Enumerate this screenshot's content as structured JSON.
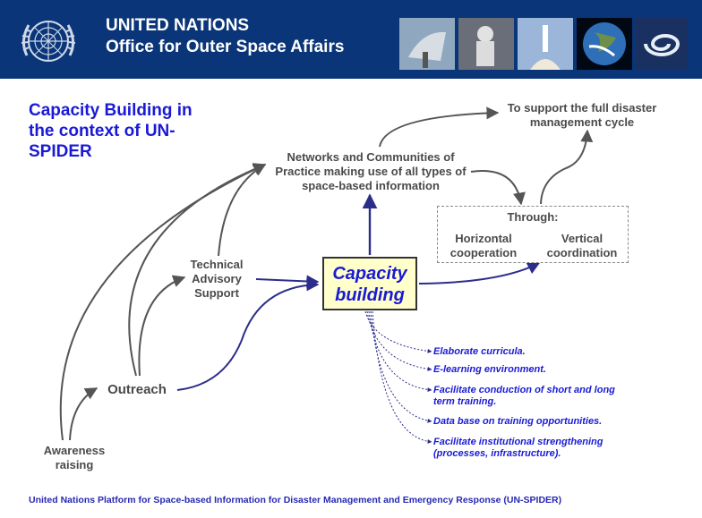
{
  "header": {
    "org_line1": "UNITED NATIONS",
    "org_line2": "Office for Outer Space Affairs",
    "background_color": "#0a3578",
    "logo_icon": "un-emblem-icon",
    "banner_images": [
      "satellite-dish-image",
      "astronaut-image",
      "rocket-launch-image",
      "earth-image",
      "hurricane-image"
    ]
  },
  "title": "Capacity Building in\nthe context of UN-\nSPIDER",
  "nodes": {
    "goal": "To support the full disaster\nmanagement cycle",
    "networks": "Networks and Communities of\nPractice making use of all types of\nspace-based information",
    "through": "Through:",
    "horizontal": "Horizontal\ncooperation",
    "vertical": "Vertical\ncoordination",
    "technical": "Technical\nAdvisory\nSupport",
    "capacity": "Capacity\nbuilding",
    "outreach": "Outreach",
    "awareness": "Awareness\nraising"
  },
  "bullets": [
    "Elaborate curricula.",
    "E-learning environment.",
    "Facilitate conduction of short and long\nterm training.",
    "Data base on training opportunities.",
    "Facilitate institutional strengthening\n(processes, infrastructure)."
  ],
  "footer": "United Nations Platform for Space-based Information for Disaster Management and Emergency Response (UN-SPIDER)",
  "colors": {
    "title": "#1a1ad6",
    "arrow_blue": "#2c2c8c",
    "arrow_gray": "#555555",
    "capacity_fill": "#ffffcc",
    "footer": "#2828b4"
  }
}
